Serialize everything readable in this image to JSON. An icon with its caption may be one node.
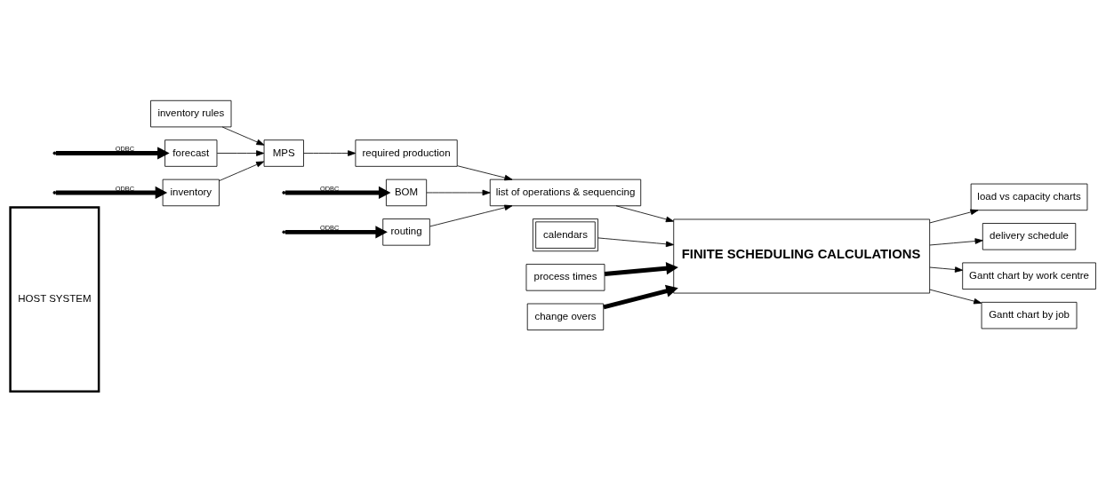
{
  "diagram": {
    "nodes": [
      {
        "text": [
          "HOST SYSTEM"
        ]
      },
      {
        "text": [
          "inventory rules"
        ]
      },
      {
        "text": [
          "forecast"
        ]
      },
      {
        "text": [
          "MPS"
        ]
      },
      {
        "text": [
          "inventory"
        ]
      },
      {
        "text": [
          "required production"
        ]
      },
      {
        "text": [
          "BOM"
        ]
      },
      {
        "text": [
          "list of operations & sequencing"
        ]
      },
      {
        "text": [
          "routing"
        ]
      },
      {
        "text": [
          "calendars"
        ]
      },
      {
        "text": [
          "process times"
        ]
      },
      {
        "text": [
          "FINITE SCHEDULING CALCULATIONS"
        ]
      },
      {
        "text": [
          "change overs"
        ]
      },
      {
        "text": [
          "load vs capacity charts"
        ]
      },
      {
        "text": [
          "delivery schedule"
        ]
      },
      {
        "text": [
          "Gantt chart by work centre"
        ]
      },
      {
        "text": [
          "Gantt chart by job"
        ]
      }
    ],
    "edges": [
      {
        "from": null,
        "to": 2,
        "arrow": "to",
        "label": "ODBC",
        "style": "thick"
      },
      {
        "from": null,
        "to": 4,
        "arrow": "to",
        "label": "ODBC",
        "style": "thick"
      },
      {
        "from": null,
        "to": 6,
        "arrow": "to",
        "label": "ODBC",
        "style": "thick"
      },
      {
        "from": null,
        "to": 8,
        "arrow": "to",
        "label": "ODBC",
        "style": "thick"
      },
      {
        "from": 1,
        "to": 3,
        "arrow": "to"
      },
      {
        "from": 2,
        "to": 3,
        "arrow": "to"
      },
      {
        "from": 4,
        "to": 3,
        "arrow": "to"
      },
      {
        "from": 3,
        "to": 5,
        "arrow": "to"
      },
      {
        "from": 5,
        "to": 7,
        "arrow": "to"
      },
      {
        "from": 6,
        "to": 7,
        "arrow": "to"
      },
      {
        "from": 8,
        "to": 7,
        "arrow": "to"
      },
      {
        "from": 7,
        "to": 11,
        "arrow": "to"
      },
      {
        "from": 10,
        "to": 11,
        "arrow": "to",
        "style": "thick"
      },
      {
        "from": 9,
        "to": 11,
        "arrow": "to"
      },
      {
        "from": 12,
        "to": 11,
        "arrow": "to",
        "style": "thick"
      },
      {
        "from": 11,
        "to": 13,
        "arrow": "to"
      },
      {
        "from": 11,
        "to": 14,
        "arrow": "to"
      },
      {
        "from": 11,
        "to": 15,
        "arrow": "to"
      },
      {
        "from": 11,
        "to": 16,
        "arrow": "to"
      }
    ]
  }
}
